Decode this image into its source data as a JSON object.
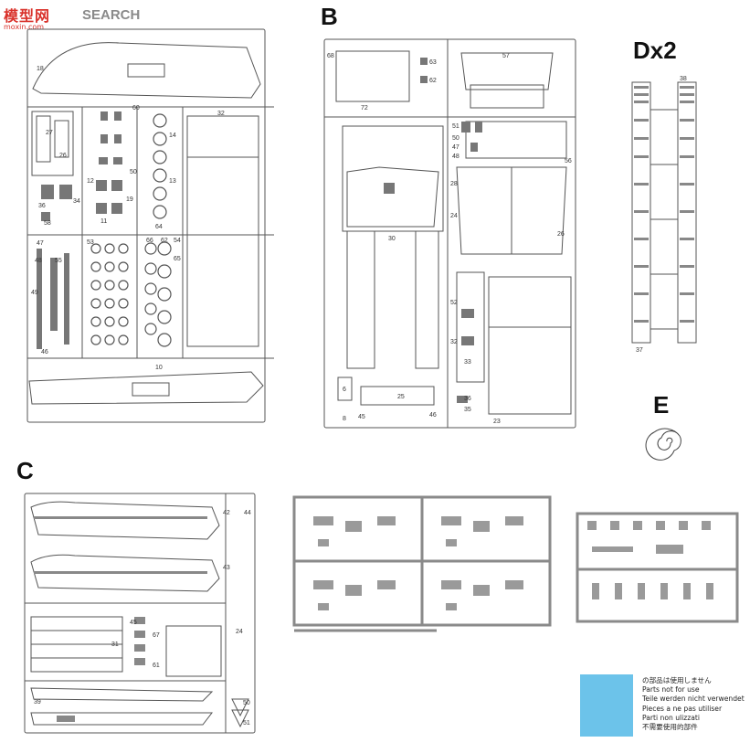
{
  "watermark": {
    "logo": "模型网",
    "text": "SEARCH",
    "url": "moxin.com"
  },
  "sections": {
    "a_numbers": [
      "18",
      "27",
      "26",
      "34",
      "36",
      "58",
      "47",
      "48",
      "49",
      "55",
      "46",
      "10",
      "32",
      "14",
      "13",
      "12",
      "11",
      "60",
      "50",
      "19",
      "64",
      "53",
      "66",
      "62",
      "54",
      "65"
    ],
    "b": {
      "label": "B",
      "numbers": [
        "68",
        "63",
        "62",
        "72",
        "57",
        "51",
        "50",
        "47",
        "48",
        "56",
        "30",
        "28",
        "24",
        "26",
        "52",
        "32",
        "25",
        "33",
        "36",
        "35",
        "6",
        "8",
        "23",
        "45",
        "46"
      ]
    },
    "d": {
      "label": "Dx2",
      "numbers": [
        "38",
        "37"
      ]
    },
    "e": {
      "label": "E"
    },
    "c": {
      "label": "C",
      "numbers": [
        "42",
        "43",
        "44",
        "45",
        "67",
        "61",
        "24",
        "31",
        "39",
        "50",
        "51"
      ]
    }
  },
  "legend": {
    "color": "#6cc3ea",
    "lines": [
      "の部品は使用しません",
      "Parts not for use",
      "Teile werden nicht verwendet",
      "Pieces a ne pas utiliser",
      "Parti non ulizzati",
      "不需要使用的部件"
    ]
  }
}
